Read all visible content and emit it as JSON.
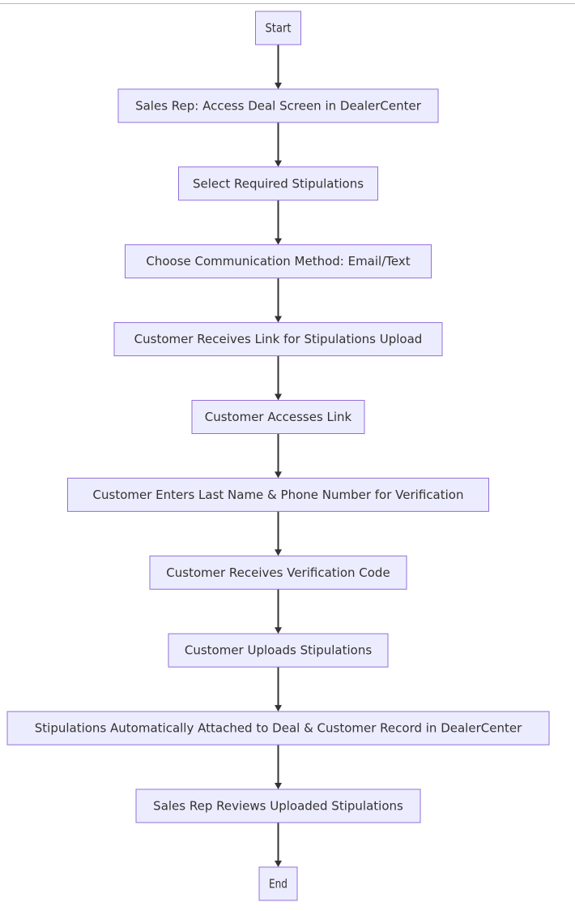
{
  "diagram": {
    "type": "flowchart",
    "direction": "top-to-bottom",
    "colors": {
      "node_fill": "#ECECFF",
      "node_border": "#9370DB",
      "edge": "#333333",
      "text": "#333333"
    },
    "nodes": [
      {
        "id": "start",
        "label": "Start"
      },
      {
        "id": "n1",
        "label": "Sales Rep: Access Deal Screen in DealerCenter"
      },
      {
        "id": "n2",
        "label": "Select Required Stipulations"
      },
      {
        "id": "n3",
        "label": "Choose Communication Method: Email/Text"
      },
      {
        "id": "n4",
        "label": "Customer Receives Link for Stipulations Upload"
      },
      {
        "id": "n5",
        "label": "Customer Accesses Link"
      },
      {
        "id": "n6",
        "label": "Customer Enters Last Name & Phone Number for Verification"
      },
      {
        "id": "n7",
        "label": "Customer Receives Verification Code"
      },
      {
        "id": "n8",
        "label": "Customer Uploads Stipulations"
      },
      {
        "id": "n9",
        "label": "Stipulations Automatically Attached to Deal & Customer Record in DealerCenter"
      },
      {
        "id": "n10",
        "label": "Sales Rep Reviews Uploaded Stipulations"
      },
      {
        "id": "end",
        "label": "End"
      }
    ],
    "edges": [
      {
        "from": "start",
        "to": "n1"
      },
      {
        "from": "n1",
        "to": "n2"
      },
      {
        "from": "n2",
        "to": "n3"
      },
      {
        "from": "n3",
        "to": "n4"
      },
      {
        "from": "n4",
        "to": "n5"
      },
      {
        "from": "n5",
        "to": "n6"
      },
      {
        "from": "n6",
        "to": "n7"
      },
      {
        "from": "n7",
        "to": "n8"
      },
      {
        "from": "n8",
        "to": "n9"
      },
      {
        "from": "n9",
        "to": "n10"
      },
      {
        "from": "n10",
        "to": "end"
      }
    ]
  }
}
